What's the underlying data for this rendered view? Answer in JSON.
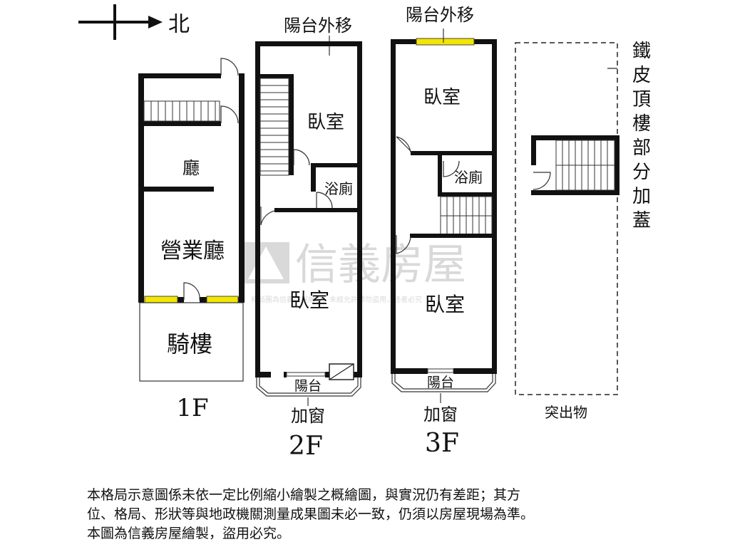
{
  "compass": {
    "label": "北"
  },
  "floor1": {
    "name": "1F",
    "rooms": {
      "hall": "廳",
      "business_hall": "營業廳",
      "arcade": "騎樓"
    }
  },
  "floor2": {
    "name": "2F",
    "balcony_moved": "陽台外移",
    "rooms": {
      "bedroom_top": "臥室",
      "bath": "浴廁",
      "bedroom_main": "臥室"
    },
    "balcony": "陽台",
    "window_add": "加窗"
  },
  "floor3": {
    "name": "3F",
    "balcony_moved": "陽台外移",
    "rooms": {
      "bedroom_top": "臥室",
      "bath": "浴廁",
      "bedroom_main": "臥室"
    },
    "balcony": "陽台",
    "window_add": "加窗"
  },
  "rooftop": {
    "vertical_label": [
      "鐵",
      "皮",
      "頂",
      "樓",
      "部",
      "分",
      "加",
      "蓋"
    ],
    "protrusion": "突出物"
  },
  "watermark": {
    "brand": "信義房屋",
    "fine_print": "格局圖為信義房屋繪製，未經允許請勿盜用，違者必究"
  },
  "disclaimer": [
    "本格局示意圖係未依一定比例縮小繪製之概繪圖，與實況仍有差距；其方",
    "位、格局、形狀等與地政機關測量成果圖未必一致，仍須以房屋現場為準。",
    "本圖為信義房屋繪製，盜用必究。"
  ],
  "colors": {
    "wall": "#111111",
    "window": "#f3e600",
    "watermark": "#d3d3d3"
  }
}
